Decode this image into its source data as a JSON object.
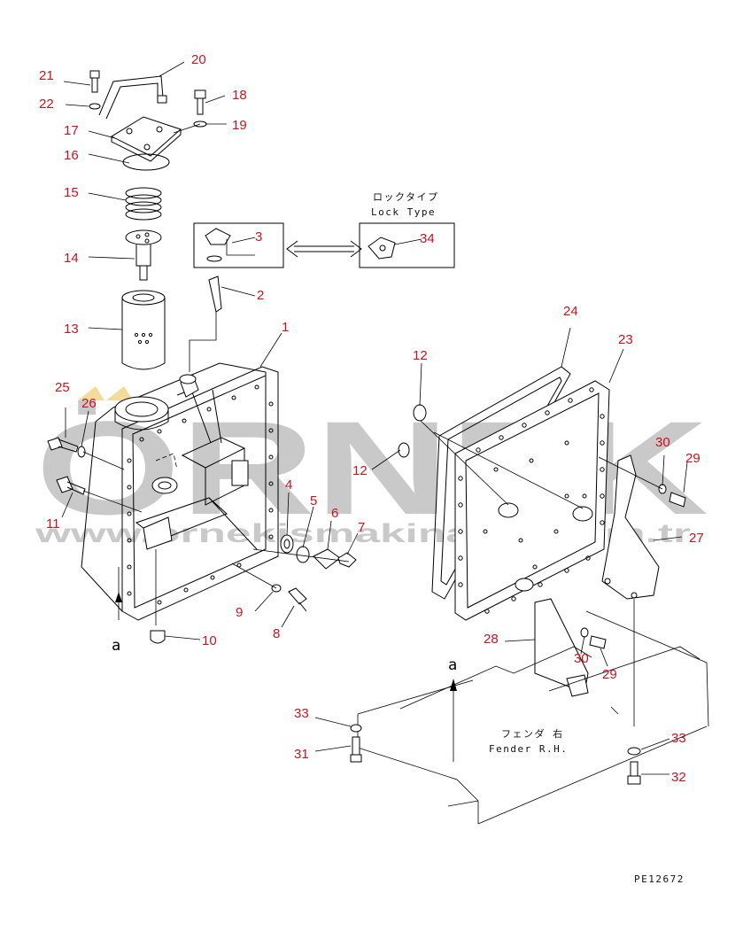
{
  "diagram": {
    "part_numbers": [
      {
        "id": "1",
        "text": "1"
      },
      {
        "id": "2",
        "text": "2"
      },
      {
        "id": "3",
        "text": "3"
      },
      {
        "id": "4",
        "text": "4"
      },
      {
        "id": "5",
        "text": "5"
      },
      {
        "id": "6",
        "text": "6"
      },
      {
        "id": "7",
        "text": "7"
      },
      {
        "id": "8",
        "text": "8"
      },
      {
        "id": "9",
        "text": "9"
      },
      {
        "id": "10",
        "text": "10"
      },
      {
        "id": "11",
        "text": "11"
      },
      {
        "id": "12a",
        "text": "12"
      },
      {
        "id": "12b",
        "text": "12"
      },
      {
        "id": "13",
        "text": "13"
      },
      {
        "id": "14",
        "text": "14"
      },
      {
        "id": "15",
        "text": "15"
      },
      {
        "id": "16",
        "text": "16"
      },
      {
        "id": "17",
        "text": "17"
      },
      {
        "id": "18",
        "text": "18"
      },
      {
        "id": "19",
        "text": "19"
      },
      {
        "id": "20",
        "text": "20"
      },
      {
        "id": "21",
        "text": "21"
      },
      {
        "id": "22",
        "text": "22"
      },
      {
        "id": "23",
        "text": "23"
      },
      {
        "id": "24",
        "text": "24"
      },
      {
        "id": "25",
        "text": "25"
      },
      {
        "id": "26",
        "text": "26"
      },
      {
        "id": "27",
        "text": "27"
      },
      {
        "id": "28",
        "text": "28"
      },
      {
        "id": "29a",
        "text": "29"
      },
      {
        "id": "29b",
        "text": "29"
      },
      {
        "id": "30a",
        "text": "30"
      },
      {
        "id": "30b",
        "text": "30"
      },
      {
        "id": "31",
        "text": "31"
      },
      {
        "id": "32",
        "text": "32"
      },
      {
        "id": "33a",
        "text": "33"
      },
      {
        "id": "33b",
        "text": "33"
      },
      {
        "id": "34",
        "text": "34"
      }
    ],
    "lock_type_jp": "ロックタイプ",
    "lock_type_en": "Lock Type",
    "fender_jp": "フェンダ 右",
    "fender_en": "Fender R.H.",
    "view_marker_left": "a",
    "view_marker_right": "a",
    "drawing_code": "PE12672"
  },
  "watermark": {
    "brand": "ÖRNEK",
    "url": "www.ornekismakinalari.com.tr"
  },
  "colors": {
    "callout": "#c8141e",
    "linework": "#000000",
    "watermark": "#9a9a9a",
    "watermark_accent": "#e8b020"
  }
}
